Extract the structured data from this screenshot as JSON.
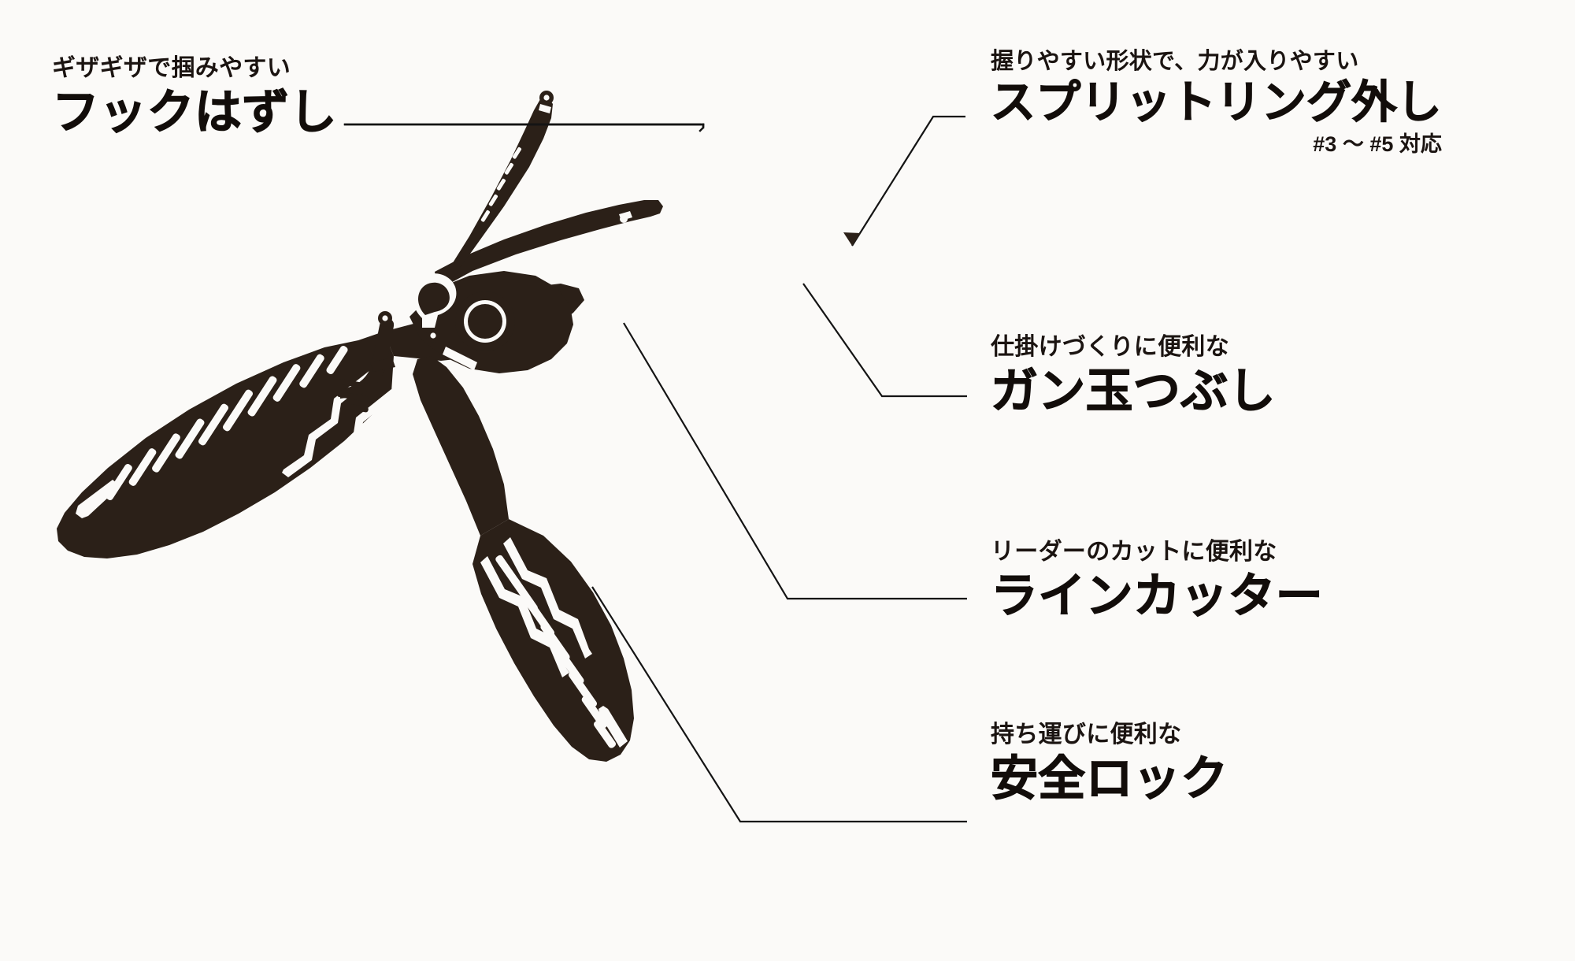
{
  "page": {
    "kind": "product-feature-diagram",
    "subject": "fishing-pliers",
    "background_color": "#fbfaf8",
    "ink_color": "#2b2018",
    "leader_line_color": "#141414"
  },
  "callouts": [
    {
      "id": "hook-remover",
      "side": "left",
      "sub": "ギザギザで掴みやすい",
      "main": "フックはずし",
      "note": ""
    },
    {
      "id": "split-ring-opener",
      "side": "right",
      "sub": "握りやすい形状で、力が入りやすい",
      "main": "スプリットリング外し",
      "note": "#3 〜 #5 対応"
    },
    {
      "id": "split-shot-crimper",
      "side": "right",
      "sub": "仕掛けづくりに便利な",
      "main": "ガン玉つぶし",
      "note": ""
    },
    {
      "id": "line-cutter",
      "side": "right",
      "sub": "リーダーのカットに便利な",
      "main": "ラインカッター",
      "note": ""
    },
    {
      "id": "safety-lock",
      "side": "right",
      "sub": "持ち運びに便利な",
      "main": "安全ロック",
      "note": ""
    }
  ]
}
